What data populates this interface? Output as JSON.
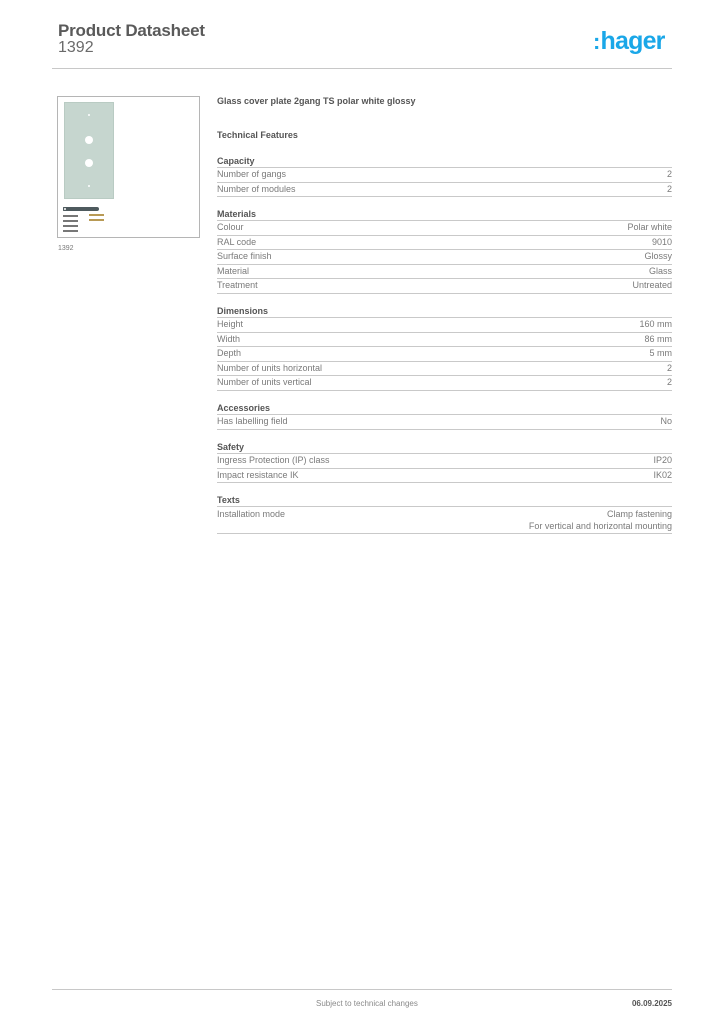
{
  "header": {
    "title": "Product Datasheet",
    "product_number": "1392",
    "logo_text": "hager",
    "logo_colon": ":",
    "brand_color": "#1aa7e8"
  },
  "product": {
    "image_caption": "1392",
    "name": "Glass cover plate 2gang TS polar white glossy"
  },
  "technical_features_title": "Technical Features",
  "sections": [
    {
      "title": "Capacity",
      "rows": [
        {
          "label": "Number of gangs",
          "value": "2"
        },
        {
          "label": "Number of modules",
          "value": "2"
        }
      ]
    },
    {
      "title": "Materials",
      "rows": [
        {
          "label": "Colour",
          "value": "Polar white"
        },
        {
          "label": "RAL code",
          "value": "9010"
        },
        {
          "label": "Surface finish",
          "value": "Glossy"
        },
        {
          "label": "Material",
          "value": "Glass"
        },
        {
          "label": "Treatment",
          "value": "Untreated"
        }
      ]
    },
    {
      "title": "Dimensions",
      "rows": [
        {
          "label": "Height",
          "value": "160 mm"
        },
        {
          "label": "Width",
          "value": "86 mm"
        },
        {
          "label": "Depth",
          "value": "5 mm"
        },
        {
          "label": "Number of units horizontal",
          "value": "2"
        },
        {
          "label": "Number of units vertical",
          "value": "2"
        }
      ]
    },
    {
      "title": "Accessories",
      "rows": [
        {
          "label": "Has labelling field",
          "value": "No"
        }
      ]
    },
    {
      "title": "Safety",
      "rows": [
        {
          "label": "Ingress Protection (IP) class",
          "value": "IP20"
        },
        {
          "label": "Impact resistance IK",
          "value": "IK02"
        }
      ]
    },
    {
      "title": "Texts",
      "rows": [
        {
          "label": "Installation mode",
          "value": "Clamp fastening",
          "value2": "For vertical and horizontal mounting"
        }
      ]
    }
  ],
  "footer": {
    "note": "Subject to technical changes",
    "date": "06.09.2025"
  }
}
